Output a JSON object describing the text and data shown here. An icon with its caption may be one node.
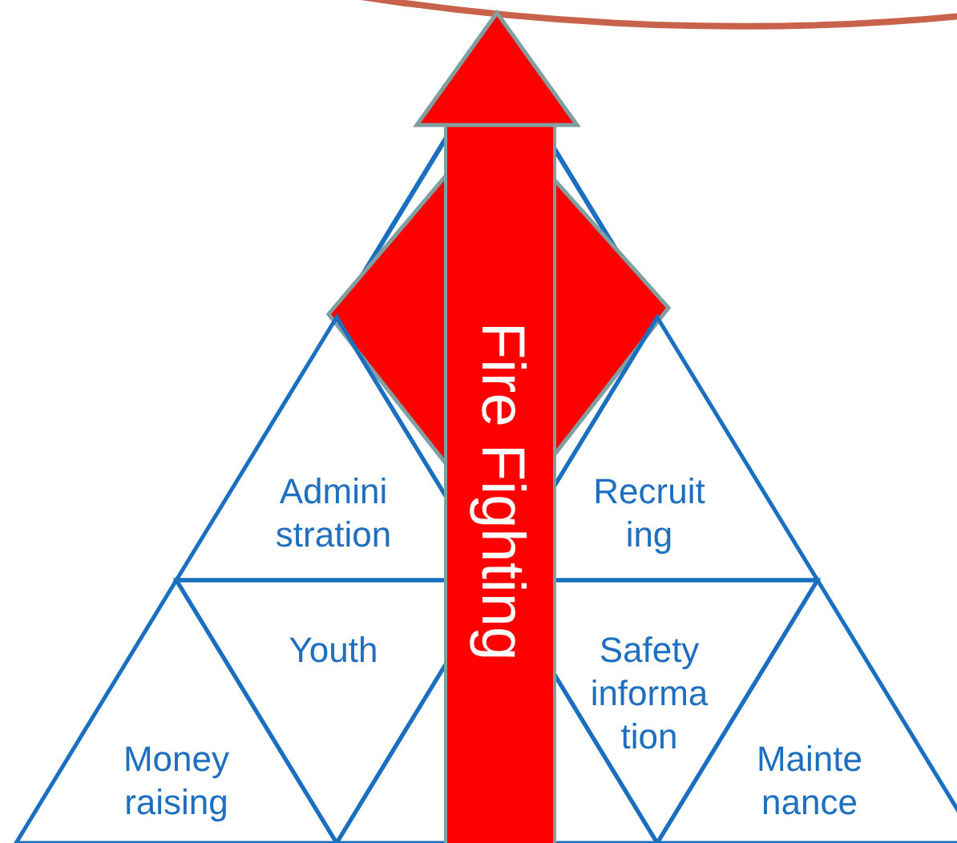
{
  "diagram": {
    "nodes": [
      {
        "text": [
          "Fire Fighting"
        ]
      },
      {
        "text": [
          "Admini stration"
        ]
      },
      {
        "text": [
          "Recruit ing"
        ]
      },
      {
        "text": [
          "Youth"
        ]
      },
      {
        "text": [
          "Safety informa tion"
        ]
      },
      {
        "text": [
          "Money raising"
        ]
      },
      {
        "text": [
          "Mainte nance"
        ]
      }
    ]
  }
}
